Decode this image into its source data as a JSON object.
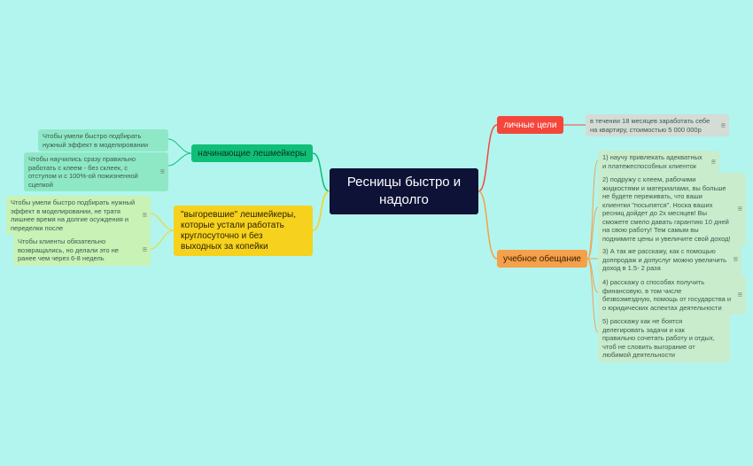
{
  "central": {
    "title": "Ресницы быстро и надолго"
  },
  "left_topics": [
    {
      "label": "начинающие лешмейкеры",
      "notes": [
        "Чтобы умели быстро подбирать нужный эффект в моделировании",
        "Чтобы научились сразу правильно работать с клеем - без склеек, с отступом и с 100%-ой пожизненной  сцепкой"
      ]
    },
    {
      "label": " \"выгоревшие\" лешмейкеры, которые устали работать круглосуточно и без выходных за копейки",
      "notes": [
        "Чтобы умели быстро подбирать нужный эффект в моделировании, не тратя лишнее время на долгие осуждения и переделки после",
        "Чтобы клиенты обязательно возвращались, но делали это не ранее чем через 6-8 недель"
      ]
    }
  ],
  "right_topics": [
    {
      "label": "личные цели",
      "notes": [
        "в течении 18 месяцев заработать себе на квартиру, стоимостью 5 000 000р"
      ]
    },
    {
      "label": "учебное обещание",
      "notes": [
        "1) научу привлекать адекватных и платежеспособных клиенток",
        "2) подружу с клеем, рабочими жидкостями и материалами, вы больше не будете переживать, что ваши клиентки \"посыпятся\". Носка ваших ресниц  дойдет до 2х месяцев! Вы сможете  смело давать гарантию 10 дней на свою работу! Тем самым вы поднимите цены и увеличите свой доход!",
        "3) А так же расскажу, как с помощью доппродаж и допуслуг можно увеличить доход в 1.5- 2 раза",
        "4) расскажу о способах получить финансовую, в том числе безвозмездную, помощь от государства и о  юридических аспектах деятельности",
        "5) расскажу как не боятся делегировать задачи и как правильно сочетать работу и отдых, чтоб не словить выгорание от любимой деятельности"
      ]
    }
  ],
  "colors": {
    "background": "#b2f5ee",
    "central": "#0d1236",
    "green": "#0fbf78",
    "yellow": "#f6d21e",
    "red": "#f5463c",
    "orange": "#f5a04a"
  },
  "icons": {
    "note": "notes-icon"
  }
}
